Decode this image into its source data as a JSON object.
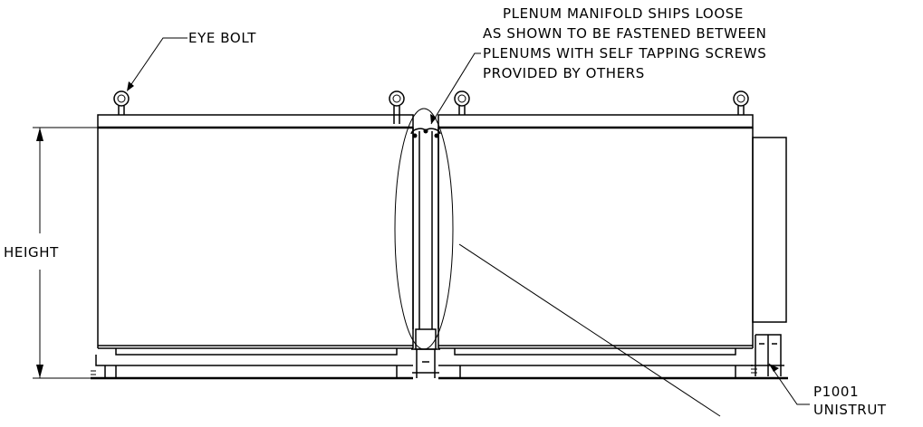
{
  "labels": {
    "eye_bolt": "EYE BOLT",
    "height": "HEIGHT",
    "unistrut_part": "P1001",
    "unistrut_name": "UNISTRUT",
    "note_lines": [
      "PLENUM MANIFOLD SHIPS LOOSE",
      "AS SHOWN TO BE FASTENED BETWEEN",
      "PLENUMS WITH SELF TAPPING SCREWS",
      "PROVIDED BY OTHERS"
    ]
  }
}
